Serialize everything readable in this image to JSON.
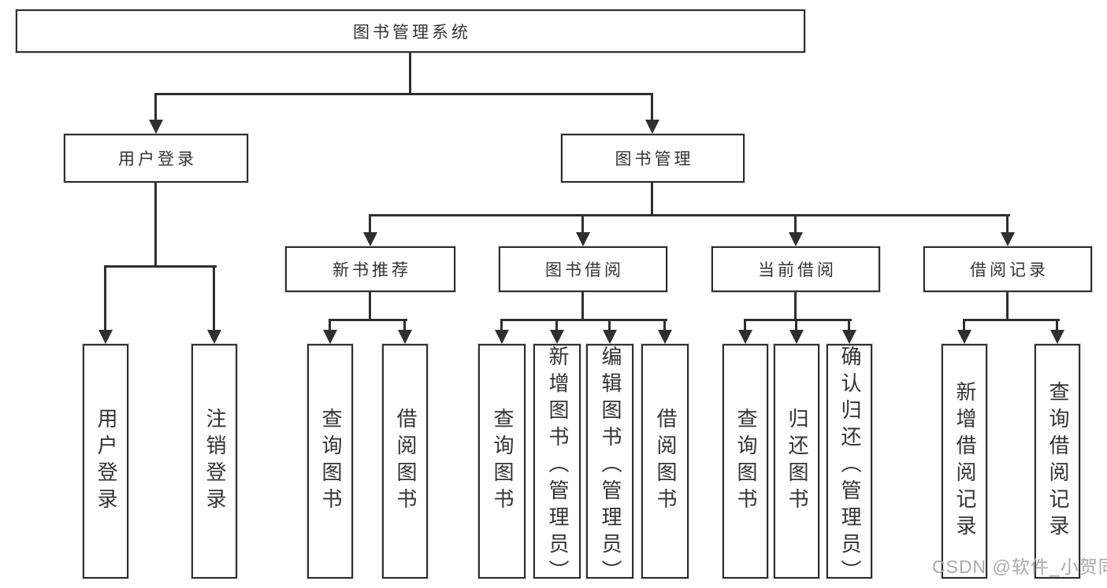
{
  "colors": {
    "line": "#2f2f2f",
    "text": "#333333",
    "watermark": "#a9a9b0",
    "background": "#ffffff"
  },
  "root": {
    "label": "图书管理系统"
  },
  "level2": {
    "user_login": {
      "label": "用户登录"
    },
    "book_management": {
      "label": "图书管理"
    }
  },
  "level3": {
    "new_book_recommend": {
      "label": "新书推荐"
    },
    "book_borrow": {
      "label": "图书借阅"
    },
    "current_borrow": {
      "label": "当前借阅"
    },
    "borrow_records": {
      "label": "借阅记录"
    }
  },
  "leaves": {
    "user_login": [
      "用户登录",
      "注销登录"
    ],
    "new_book_recommend": [
      "查询图书",
      "借阅图书"
    ],
    "book_borrow": [
      "查询图书",
      "新增图书（管理员）",
      "编辑图书（管理员）",
      "借阅图书"
    ],
    "current_borrow": [
      "查询图书",
      "归还图书",
      "确认归还（管理员）"
    ],
    "borrow_records": [
      "新增借阅记录",
      "查询借阅记录"
    ]
  },
  "watermark": "CSDN @软件_小贺同学"
}
